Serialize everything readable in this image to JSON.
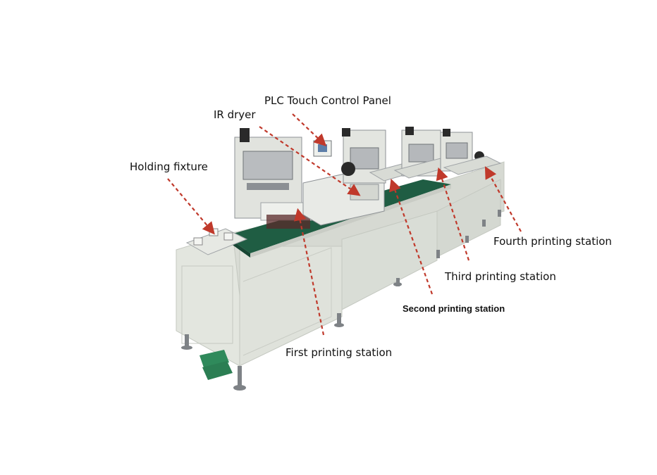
{
  "labels": {
    "plc_panel": "PLC Touch Control Panel",
    "ir_dryer": "IR dryer",
    "holding_fixture": "Holding fixture",
    "first_station": "First printing station",
    "second_station": "Second printing station",
    "third_station": "Third printing station",
    "fourth_station": "Fourth printing station"
  },
  "colors": {
    "arrow": "#c0392b",
    "machine_body": "#dfe2dc",
    "machine_shadow": "#c4c8c0",
    "conveyor": "#1f5d43",
    "foot_pedal": "#2f8a5b",
    "metal": "#b9bcbf",
    "dark": "#2a2a2a"
  }
}
